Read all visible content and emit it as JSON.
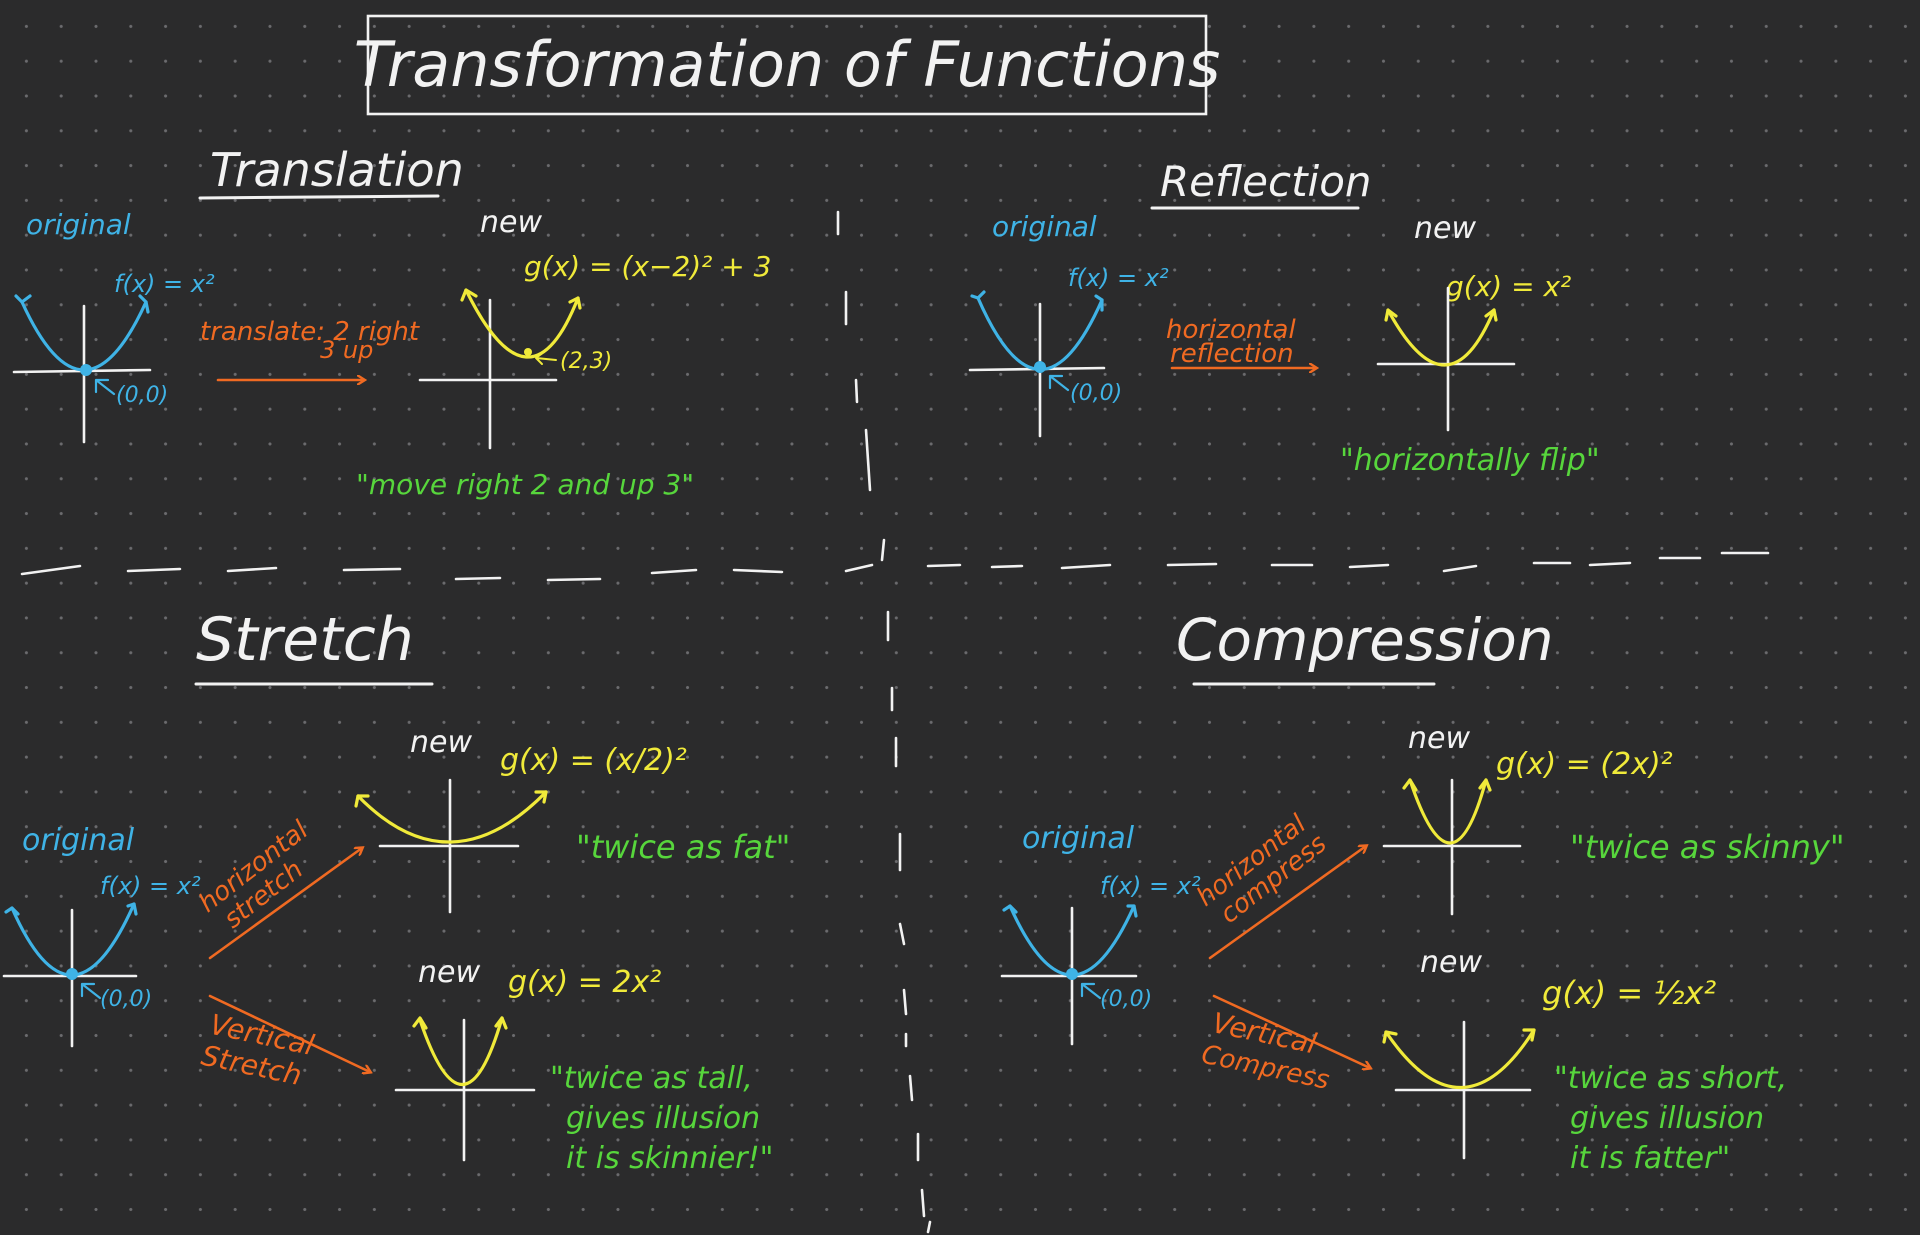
{
  "title": "Transformation of Functions",
  "translation": {
    "heading": "Translation",
    "original_label": "original",
    "original_eq": "f(x) = x²",
    "origin_label": "(0,0)",
    "arrow_label_line1": "translate: 2 right",
    "arrow_label_line2": "3 up",
    "new_label": "new",
    "new_eq": "g(x) = (x−2)² + 3",
    "vertex_label": "(2,3)",
    "quote": "\"move right 2 and up 3\""
  },
  "reflection": {
    "heading": "Reflection",
    "original_label": "original",
    "original_eq": "f(x) = x²",
    "origin_label": "(0,0)",
    "arrow_label_line1": "horizontal",
    "arrow_label_line2": "reflection",
    "new_label": "new",
    "new_eq": "g(x) = x²",
    "quote": "\"horizontally flip\""
  },
  "stretch": {
    "heading": "Stretch",
    "original_label": "original",
    "original_eq": "f(x) = x²",
    "origin_label": "(0,0)",
    "h_arrow_line1": "horizontal",
    "h_arrow_line2": "stretch",
    "h_new_label": "new",
    "h_new_eq": "g(x) = (x/2)²",
    "h_quote": "\"twice as fat\"",
    "v_arrow_line1": "Vertical",
    "v_arrow_line2": "Stretch",
    "v_new_label": "new",
    "v_new_eq": "g(x) = 2x²",
    "v_quote_line1": "\"twice as tall,",
    "v_quote_line2": "gives illusion",
    "v_quote_line3": "it is skinnier!\""
  },
  "compression": {
    "heading": "Compression",
    "original_label": "original",
    "original_eq": "f(x) = x²",
    "origin_label": "(0,0)",
    "h_arrow_line1": "horizontal",
    "h_arrow_line2": "compress",
    "h_new_label": "new",
    "h_new_eq": "g(x) = (2x)²",
    "h_quote": "\"twice as skinny\"",
    "v_arrow_line1": "Vertical",
    "v_arrow_line2": "Compress",
    "v_new_label": "new",
    "v_new_eq": "g(x) = ½x²",
    "v_quote_line1": "\"twice as short,",
    "v_quote_line2": "gives illusion",
    "v_quote_line3": "it is fatter\""
  },
  "colors": {
    "background": "#2b2b2c",
    "original_curve": "#3fb3e6",
    "new_curve": "#f0ea3a",
    "arrow": "#f06a22",
    "quote": "#57d63c",
    "ink": "#f2f2f2"
  }
}
